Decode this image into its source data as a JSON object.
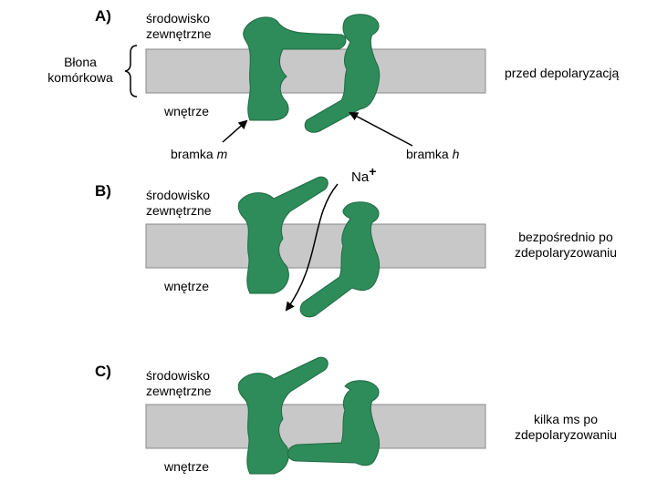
{
  "panels": [
    {
      "letter": "A)",
      "outside": "środowisko\nzewnętrzne",
      "inside": "wnętrze",
      "state": "przed depolaryzacją"
    },
    {
      "letter": "B)",
      "outside": "środowisko\nzewnętrzne",
      "inside": "wnętrze",
      "state": "bezpośrednio po\nzdepolaryzowaniu"
    },
    {
      "letter": "C)",
      "outside": "środowisko\nzewnętrzne",
      "inside": "wnętrze",
      "state": "kilka ms po\nzdepolaryzowaniu"
    }
  ],
  "membrane_label": "Błona\nkomórkowa",
  "gate_m": {
    "prefix": "bramka ",
    "letter": "m"
  },
  "gate_h": {
    "prefix": "bramka ",
    "letter": "h"
  },
  "ion": {
    "symbol": "Na",
    "charge": "+"
  },
  "colors": {
    "channel": "#2e8b5a",
    "membrane": "#c8c8c8"
  }
}
